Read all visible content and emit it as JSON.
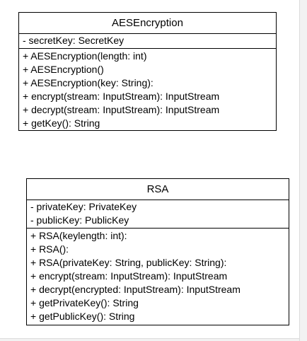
{
  "diagram": {
    "classes": [
      {
        "name": "AESEncryption",
        "attributes": [
          "- secretKey: SecretKey"
        ],
        "operations": [
          "+ AESEncryption(length: int)",
          "+ AESEncryption()",
          "+ AESEncryption(key: String):",
          "+ encrypt(stream: InputStream): InputStream",
          "+ decrypt(stream: InputStream): InputStream",
          "+ getKey(): String"
        ]
      },
      {
        "name": "RSA",
        "attributes": [
          "- privateKey: PrivateKey",
          "- publicKey: PublicKey"
        ],
        "operations": [
          "+ RSA(keylength: int):",
          "+ RSA():",
          "+ RSA(privateKey: String, publicKey: String):",
          "+ encrypt(stream: InputStream): InputStream",
          "+ decrypt(encrypted: InputStream): InputStream",
          "+ getPrivateKey(): String",
          "+ getPublicKey(): String"
        ]
      }
    ]
  }
}
